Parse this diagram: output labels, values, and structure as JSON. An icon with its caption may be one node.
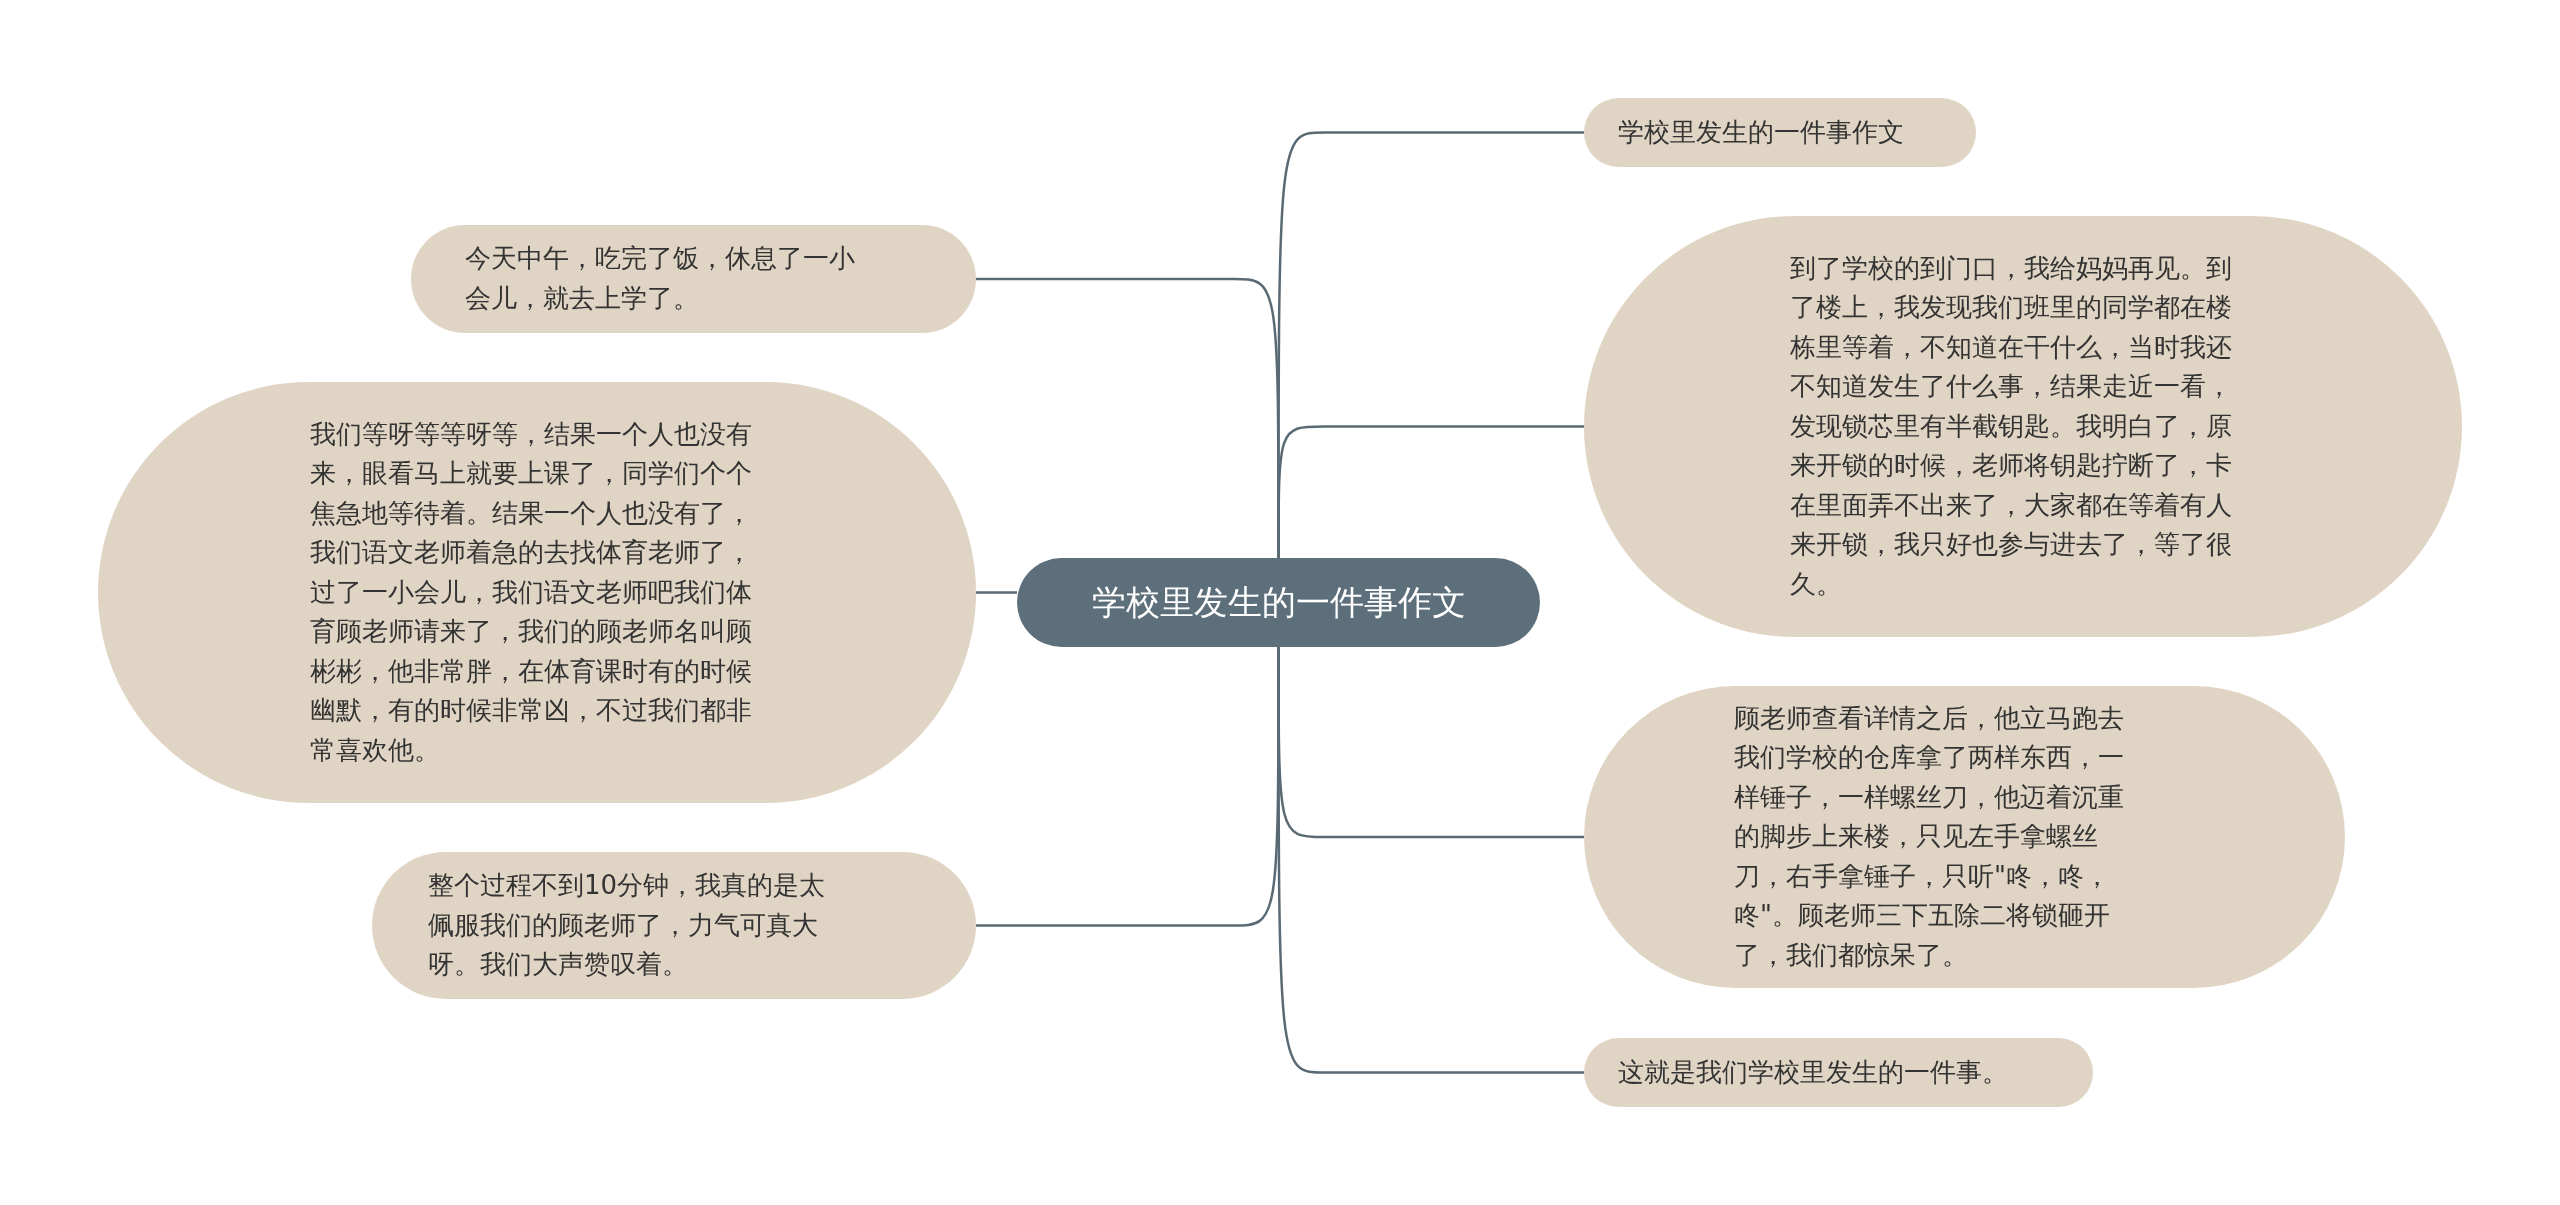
{
  "diagram": {
    "nodes": [
      {
        "text": [
          "学校里发生的一件事作文"
        ]
      },
      {
        "text": [
          "学校里发生的一件事作文"
        ]
      },
      {
        "text": [
          "到了学校的到门口，我给妈妈再见。到了楼上，我发现我们班里的同学都在楼栋里等着，不知道在干什么，当时我还不知道发生了什么事，结果走近一看，发现锁芯里有半截钥匙。我明白了，原来开锁的时候，老师将钥匙拧断了，卡在里面弄不出来了，大家都在等着有人来开锁，我只好也参与进去了，等了很久。"
        ]
      },
      {
        "text": [
          "顾老师查看详情之后，他立马跑去我们学校的仓库拿了两样东西，一样锤子，一样螺丝刀，他迈着沉重的脚步上来楼，只见左手拿螺丝刀，右手拿锤子，只听\"咚，咚，咚\"。顾老师三下五除二将锁砸开了，我们都惊呆了。"
        ]
      },
      {
        "text": [
          "这就是我们学校里发生的一件事。"
        ]
      },
      {
        "text": [
          "今天中午，吃完了饭，休息了一小会儿，就去上学了。"
        ]
      },
      {
        "text": [
          "我们等呀等等呀等，结果一个人也没有来，眼看马上就要上课了，同学们个个焦急地等待着。结果一个人也没有了，我们语文老师着急的去找体育老师了，过了一小会儿，我们语文老师吧我们体育顾老师请来了，我们的顾老师名叫顾彬彬，他非常胖，在体育课时有的时候幽默，有的时候非常凶，不过我们都非常喜欢他。"
        ]
      },
      {
        "text": [
          "整个过程不到10分钟，我真的是太佩服我们的顾老师了，力气可真大呀。我们大声赞叹着。"
        ]
      }
    ],
    "edges": [
      {
        "from": 0,
        "to": 1,
        "arrow": "none"
      },
      {
        "from": 0,
        "to": 2,
        "arrow": "none"
      },
      {
        "from": 0,
        "to": 3,
        "arrow": "none"
      },
      {
        "from": 0,
        "to": 4,
        "arrow": "none"
      },
      {
        "from": 0,
        "to": 5,
        "arrow": "none"
      },
      {
        "from": 0,
        "to": 6,
        "arrow": "none"
      },
      {
        "from": 0,
        "to": 7,
        "arrow": "none"
      }
    ]
  }
}
